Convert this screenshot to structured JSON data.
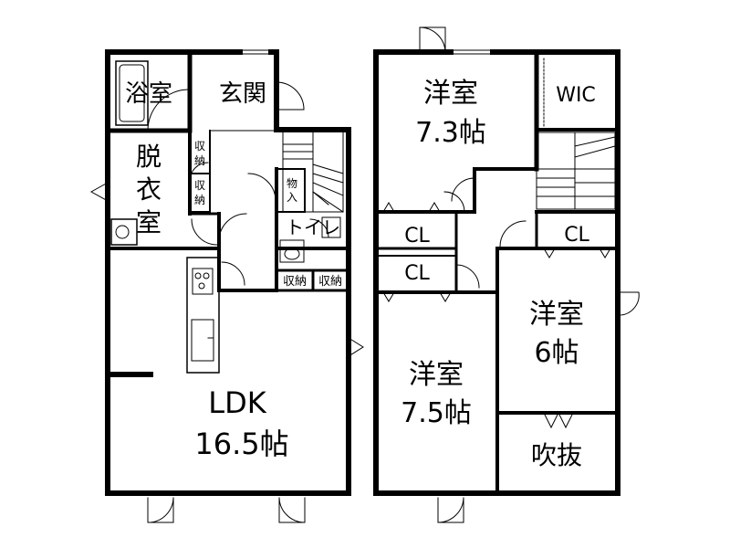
{
  "floor1": {
    "bath": "浴室",
    "entrance": "玄関",
    "dressing_1": "脱",
    "dressing_2": "衣",
    "dressing_3": "室",
    "storage_a_1": "収",
    "storage_a_2": "納",
    "storage_b_1": "収",
    "storage_b_2": "納",
    "closet_1": "物",
    "closet_2": "入",
    "toilet": "トイレ",
    "storage_c": "収納",
    "storage_d": "収納",
    "ldk_name": "LDK",
    "ldk_size": "16.5帖"
  },
  "floor2": {
    "room_a_name": "洋室",
    "room_a_size": "7.3帖",
    "wic": "WIC",
    "cl_1": "CL",
    "cl_2": "CL",
    "cl_3": "CL",
    "room_b_name": "洋室",
    "room_b_size": "7.5帖",
    "room_c_name": "洋室",
    "room_c_size": "6帖",
    "void": "吹抜"
  }
}
